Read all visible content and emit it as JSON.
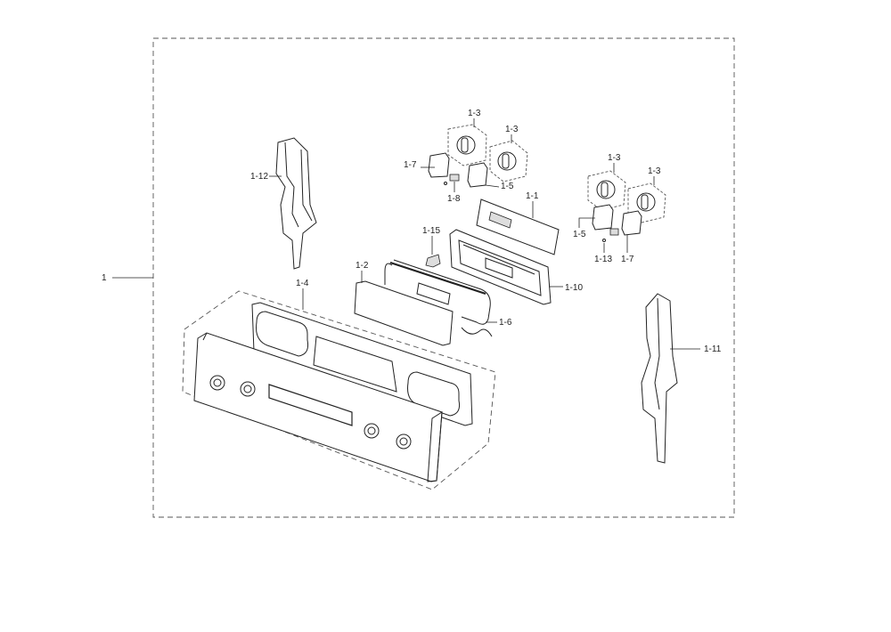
{
  "labels": {
    "assembly": "1",
    "pcb": "1-1",
    "glass": "1-2",
    "knob_a": "1-3",
    "knob_b": "1-3",
    "knob_c": "1-3",
    "knob_d": "1-3",
    "panel": "1-4",
    "switch_a": "1-5",
    "switch_b": "1-5",
    "harness": "1-6",
    "switch_c": "1-7",
    "switch_d": "1-7",
    "clip": "1-8",
    "bracket": "1-10",
    "side_right": "1-11",
    "side_left": "1-12",
    "washer": "1-13",
    "holder": "1-15"
  }
}
